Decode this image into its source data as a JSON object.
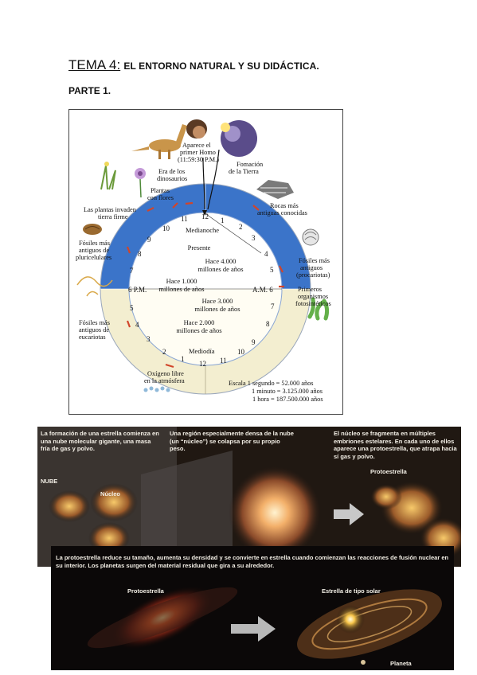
{
  "header": {
    "tema_label": "TEMA 4:",
    "tema_title": "EL ENTORNO NATURAL Y SU DIDÁCTICA.",
    "part": "PARTE 1."
  },
  "clock": {
    "hours_top": [
      "11",
      "12",
      "1",
      "2",
      "3",
      "4",
      "5",
      "A.M. 6",
      "7",
      "8",
      "9",
      "10",
      "11",
      "12",
      "1",
      "2",
      "3",
      "4",
      "5",
      "6 P.M.",
      "7",
      "8",
      "9",
      "10"
    ],
    "medianoche": "Medianoche",
    "mediodia": "Mediodía",
    "presente": "Presente",
    "inner": [
      "Hace 4.000",
      "millones de años",
      "Hace 1.000",
      "millones de años",
      "Hace 3.000",
      "millones de años",
      "Hace 2.000",
      "millones de años"
    ],
    "events": {
      "homo": [
        "Aparece el",
        "primer Homo",
        "(11:59:30 P.M.)"
      ],
      "tierra": [
        "Fomación",
        "de la Tierra"
      ],
      "dinos": [
        "Era de los",
        "dinosaurios"
      ],
      "flores": [
        "Plantas",
        "con flores"
      ],
      "rocas": [
        "Rocas más",
        "antiguas conocidas"
      ],
      "plantas_tierra": [
        "Las plantas invaden",
        "tierra firme"
      ],
      "pluri": [
        "Fósiles más",
        "antiguos de",
        "pluricelulares"
      ],
      "procariotas": [
        "Fósiles más",
        "antiguos",
        "(procariotas)"
      ],
      "fotosinteticos": [
        "Primeros",
        "organismos",
        "fotosintéticos"
      ],
      "eucariotas": [
        "Fósiles más",
        "antiguos de",
        "eucariotas"
      ],
      "oxigeno": [
        "Oxígeno libre",
        "en la atmósfera"
      ]
    },
    "scale": [
      "Escala 1 segundo = 52.000 años",
      "1 minuto  = 3.125.000 años",
      "1 hora = 187.500.000 años"
    ]
  },
  "star_panel_top": {
    "cap1": "La formación de una estrella comienza en una nube molecular gigante, una masa fría de gas y polvo.",
    "cap2": "Una región especialmente densa de la nube (un “núcleo”) se colapsa por su propio peso.",
    "cap3": "El núcleo se fragmenta en múltiples embriones estelares. En cada uno de ellos aparece una protoestrella, que atrapa hacia sí gas y polvo.",
    "nube": "NUBE",
    "nucleo": "Núcleo",
    "protoestrella": "Protoestrella"
  },
  "star_panel_bottom": {
    "cap": "La protoestrella reduce su tamaño, aumenta su densidad y se convierte en estrella cuando comienzan las reacciones de fusión nuclear en su interior. Los planetas surgen del material residual que gira a su alrededor.",
    "protoestrella": "Protoestrella",
    "estrella": "Estrella de tipo solar",
    "planeta": "Planeta"
  }
}
